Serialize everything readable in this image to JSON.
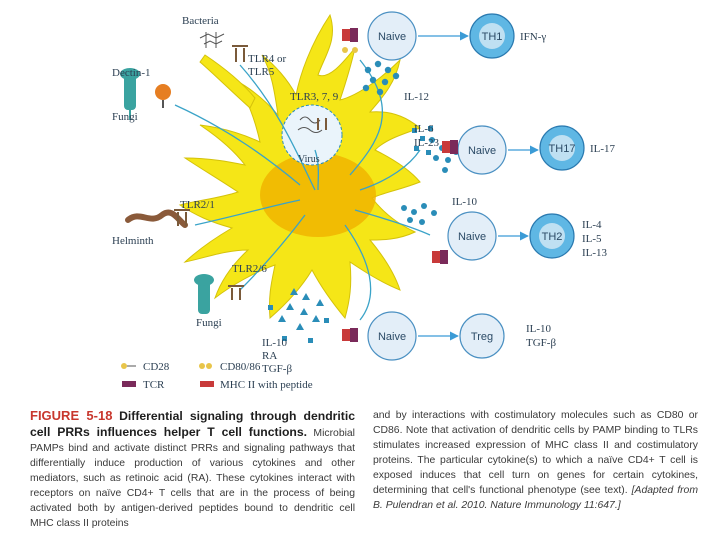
{
  "figure": {
    "labels": {
      "bacteria": "Bacteria",
      "tlr4": "TLR4 or",
      "tlr5": "TLR5",
      "dectin": "Dectin-1",
      "fungi_top": "Fungi",
      "tlr379": "TLR3, 7, 9",
      "virus": "Virus",
      "tlr21": "TLR2/1",
      "helminth": "Helminth",
      "tlr26": "TLR2/6",
      "fungi_bottom": "Fungi",
      "il12": "IL-12",
      "il6": "IL-6",
      "il23": "IL-23",
      "il10_mid": "IL-10",
      "il10_bot": "IL-10",
      "ra": "RA",
      "tgfb_bot": "TGF-β"
    },
    "naive_label": "Naive",
    "effectors": [
      {
        "name": "TH1",
        "cytokines": [
          "IFN-γ"
        ]
      },
      {
        "name": "TH17",
        "cytokines": [
          "IL-17"
        ]
      },
      {
        "name": "TH2",
        "cytokines": [
          "IL-4",
          "IL-5",
          "IL-13"
        ]
      },
      {
        "name": "Treg",
        "cytokines": [
          "IL-10",
          "TGF-β"
        ]
      }
    ],
    "legend": {
      "cd28": "CD28",
      "cd8086": "CD80/86",
      "tcr": "TCR",
      "mhc": "MHC II with peptide"
    },
    "colors": {
      "dendritic": "#f5e617",
      "nucleus": "#f0b400",
      "cytokine": "#2a8db8",
      "naive_cell": "#e3eef8",
      "effector_cell": "#5fb7e4",
      "arrow": "#3b9bd6",
      "tcr": "#7a2a5a",
      "mhc": "#c83a3a"
    }
  },
  "caption": {
    "figure_number": "FIGURE 5-18",
    "title": "Differential signaling through dendritic cell PRRs influences helper T cell functions.",
    "body_left": "Microbial PAMPs bind and activate distinct PRRs and signaling pathways that differentially induce production of various cytokines and other mediators, such as retinoic acid (RA). These cytokines interact with receptors on naïve CD4+ T cells that are in the process of being activated both by antigen-derived peptides bound to dendritic cell MHC class II proteins",
    "body_right": "and by interactions with costimulatory molecules such as CD80 or CD86. Note that activation of dendritic cells by PAMP binding to TLRs stimulates increased expression of MHC class II and costimulatory proteins. The particular cytokine(s) to which a naïve CD4+ T cell is exposed induces that cell turn on genes for certain cytokines, determining that cell's functional phenotype (see text).",
    "citation": "[Adapted from B. Pulendran et al. 2010. Nature Immunology 11:647.]"
  }
}
